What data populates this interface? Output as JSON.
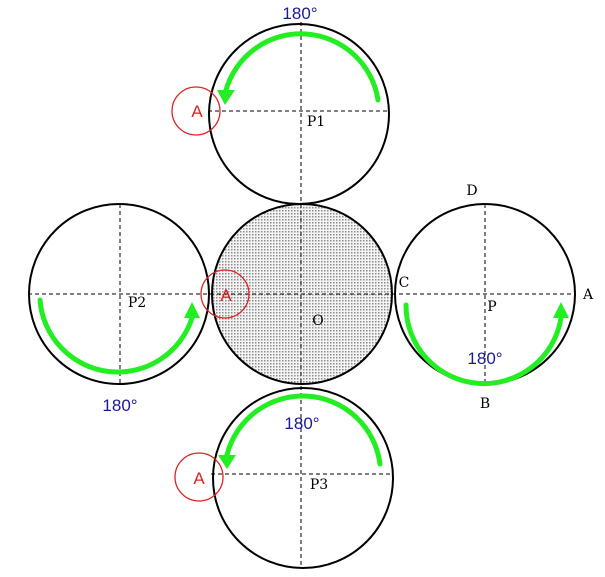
{
  "labels": {
    "p1": "P1",
    "p2": "P2",
    "p3": "P3",
    "p": "P",
    "o": "O",
    "a": "A",
    "b": "B",
    "c": "C",
    "d": "D",
    "marker": "A",
    "angle": "180°"
  },
  "colors": {
    "arrow": "#22ee22",
    "angle_text": "#1a1a99",
    "marker": "#dd2222",
    "shading": "#8c8c8c"
  }
}
